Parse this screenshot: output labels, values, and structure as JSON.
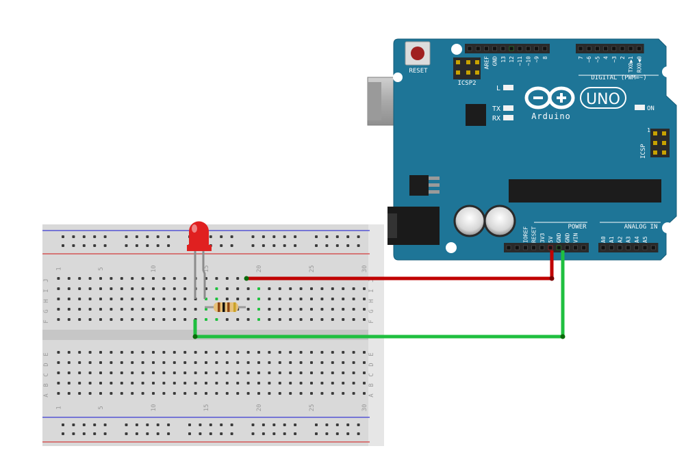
{
  "breadboard": {
    "column_numbers": [
      "1",
      "5",
      "10",
      "15",
      "20",
      "25",
      "30"
    ],
    "row_letters_top": [
      "J",
      "I",
      "H",
      "G",
      "F"
    ],
    "row_letters_bottom": [
      "E",
      "D",
      "C",
      "B",
      "A"
    ],
    "rail_colors": {
      "positive": "#d33a3a",
      "negative": "#3a3ad3"
    }
  },
  "arduino": {
    "brand": "Arduino",
    "model": "UNO",
    "reset_label": "RESET",
    "icsp2_label": "ICSP2",
    "icsp_label": "ICSP",
    "icsp_pin1_label": "1",
    "digital_label": "DIGITAL (PWM=~)",
    "power_label": "POWER",
    "analog_label": "ANALOG IN",
    "on_label": "ON",
    "led_labels": {
      "l": "L",
      "tx": "TX",
      "rx": "RX"
    },
    "digital_pins": [
      "AREF",
      "GND",
      "13",
      "12",
      "~11",
      "~10",
      "~9",
      "8",
      "7",
      "~6",
      "~5",
      "4",
      "~3",
      "2",
      "TX0▶1",
      "RX0◀0"
    ],
    "power_pins": [
      "IOREF",
      "RESET",
      "3V3",
      "5V",
      "GND",
      "GND",
      "VIN"
    ],
    "analog_pins": [
      "A0",
      "A1",
      "A2",
      "A3",
      "A4",
      "A5"
    ],
    "board_color": "#1e7597"
  },
  "components": {
    "led_color": "#e02020",
    "resistor_bands": [
      "#8b4513",
      "#111111",
      "#8b4513",
      "#c9a227"
    ]
  },
  "wires": [
    {
      "name": "wire-5v",
      "color": "#c00000"
    },
    {
      "name": "wire-gnd",
      "color": "#1fbf3f"
    }
  ]
}
